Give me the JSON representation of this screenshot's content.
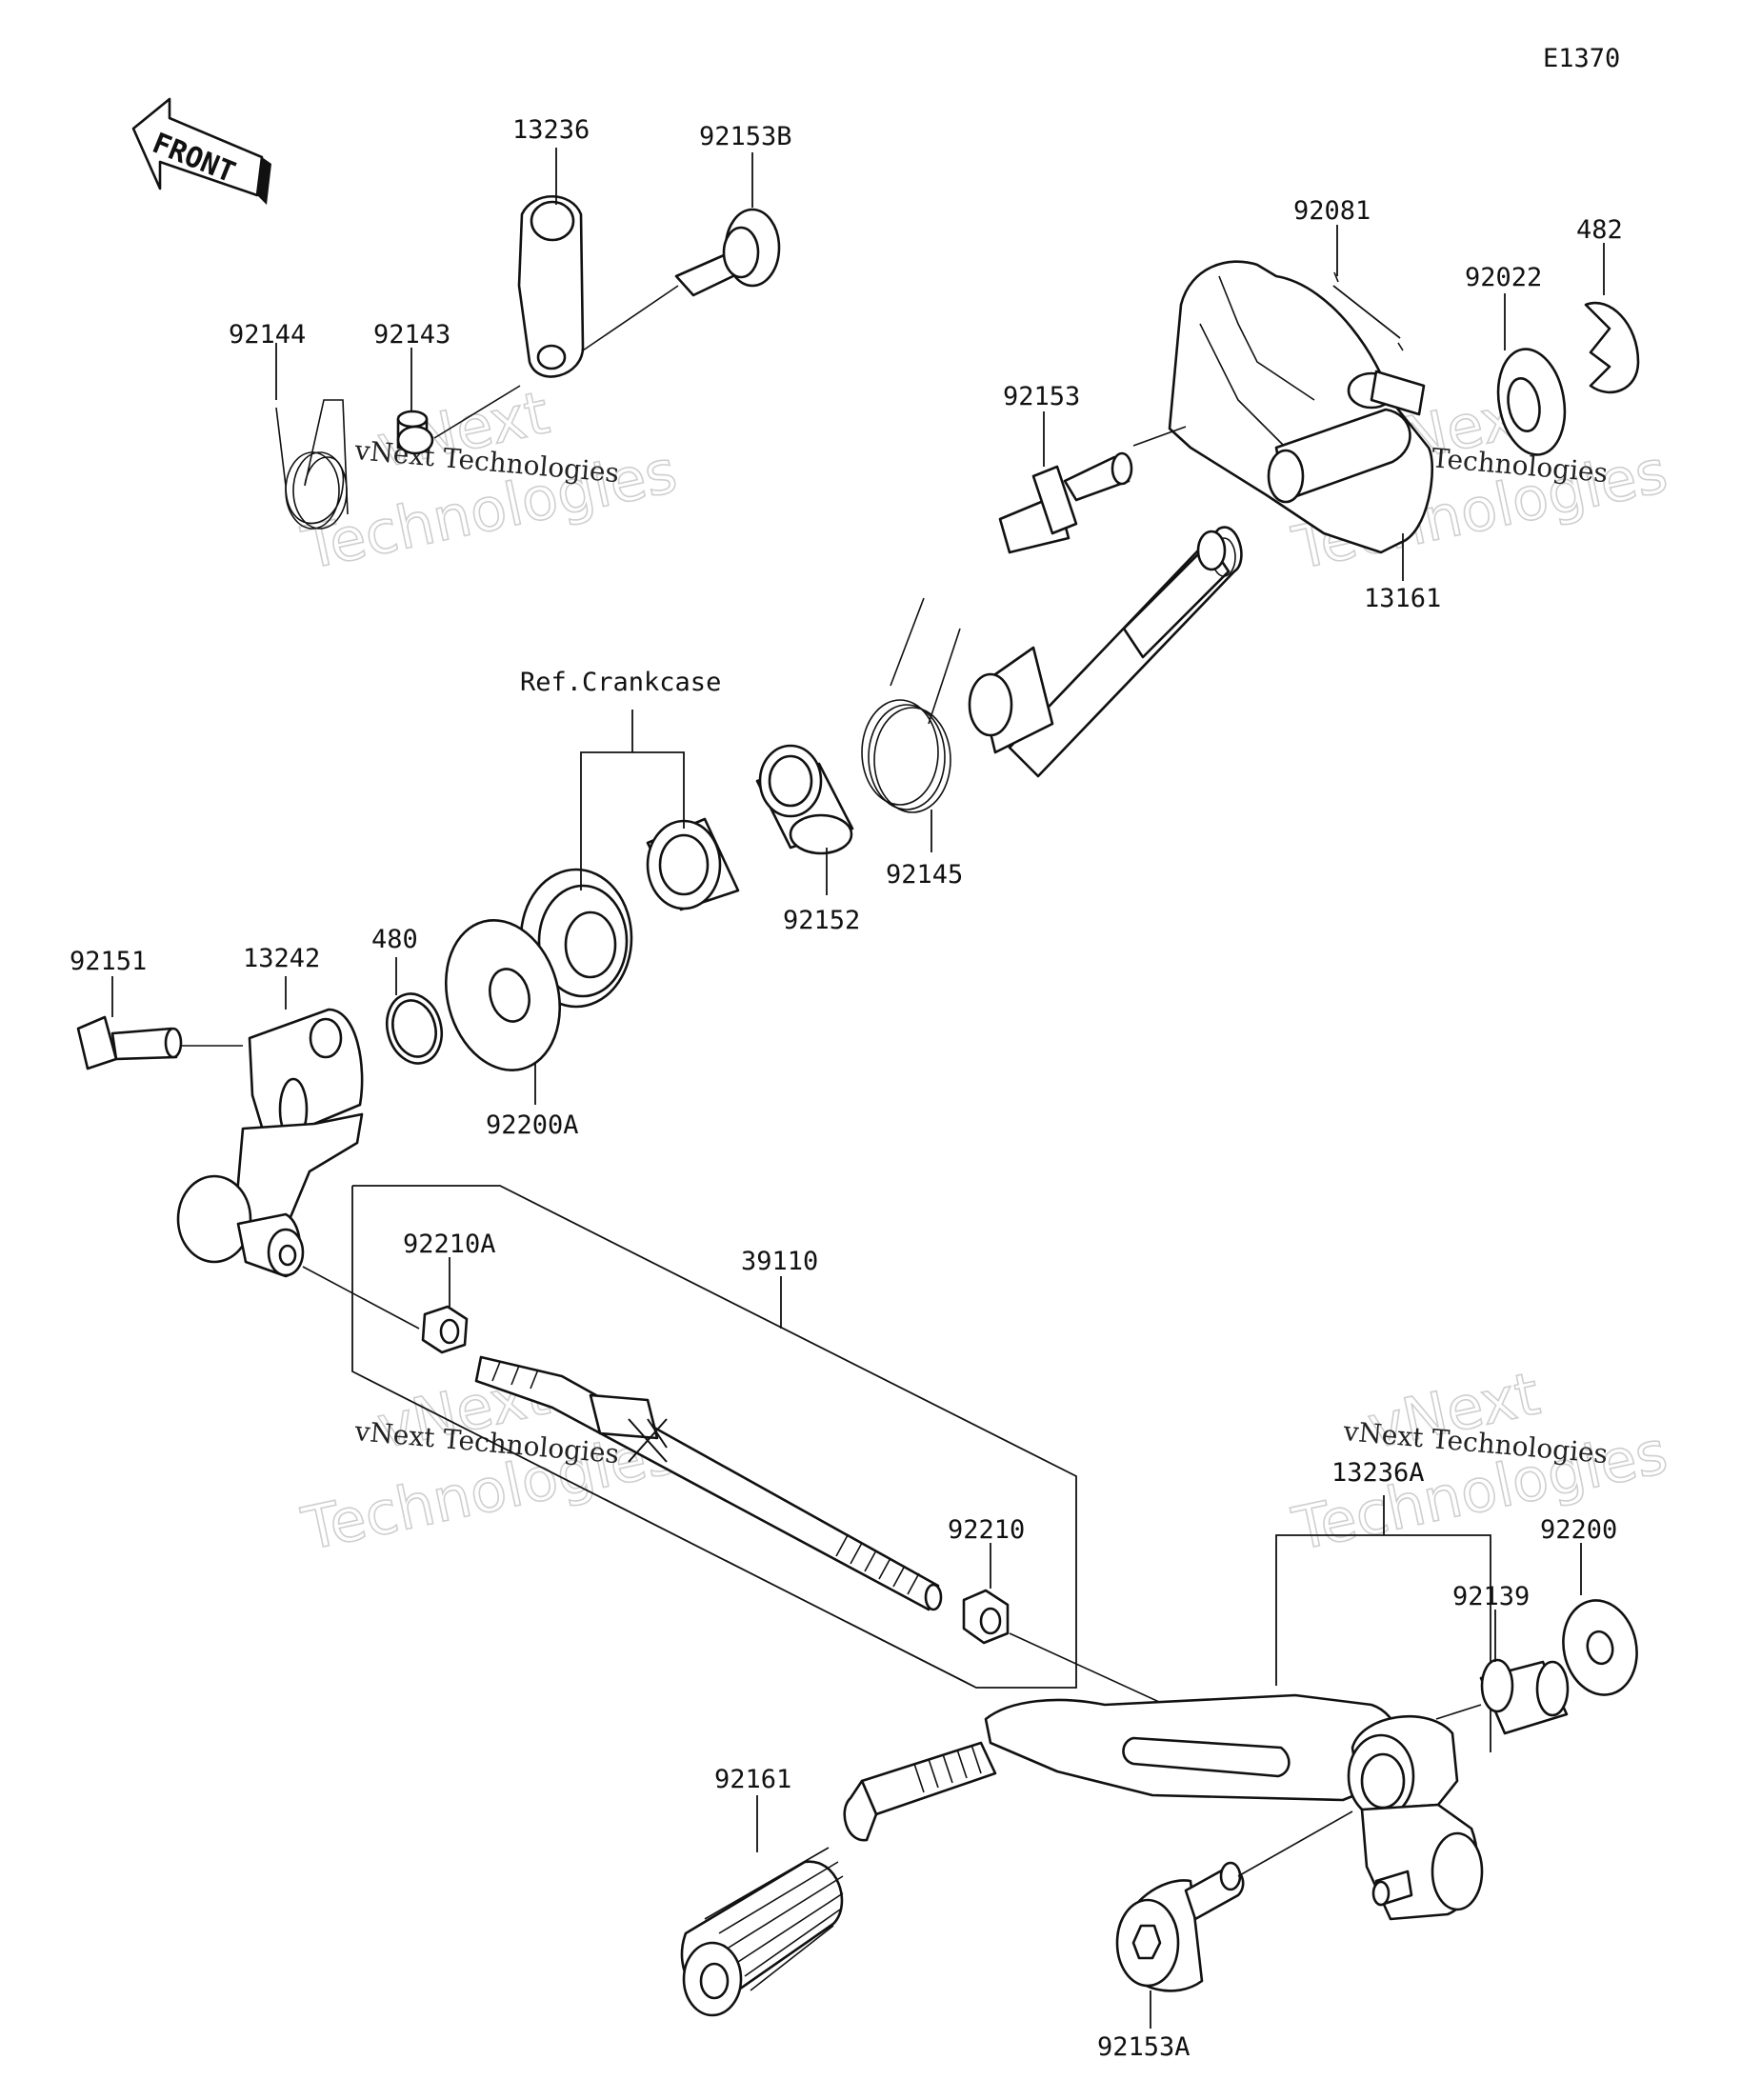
{
  "diagram_code": "E1370",
  "front_arrow_text": "FRONT",
  "group_label_crankcase": "Ref.Crankcase",
  "parts": {
    "p13236": "13236",
    "p92153B": "92153B",
    "p92144": "92144",
    "p92143": "92143",
    "p92081": "92081",
    "p482": "482",
    "p92022": "92022",
    "p92153": "92153",
    "p13161": "13161",
    "p92145": "92145",
    "p92152": "92152",
    "p92151": "92151",
    "p13242": "13242",
    "p480": "480",
    "p92200A": "92200A",
    "p92210A": "92210A",
    "p39110": "39110",
    "p92210": "92210",
    "p13236A": "13236A",
    "p92200": "92200",
    "p92139": "92139",
    "p92161": "92161",
    "p92153A": "92153A"
  },
  "watermark": {
    "line_small": "vNext Technologies",
    "line_big_1": "vNext",
    "line_big_2": "Technologies"
  }
}
